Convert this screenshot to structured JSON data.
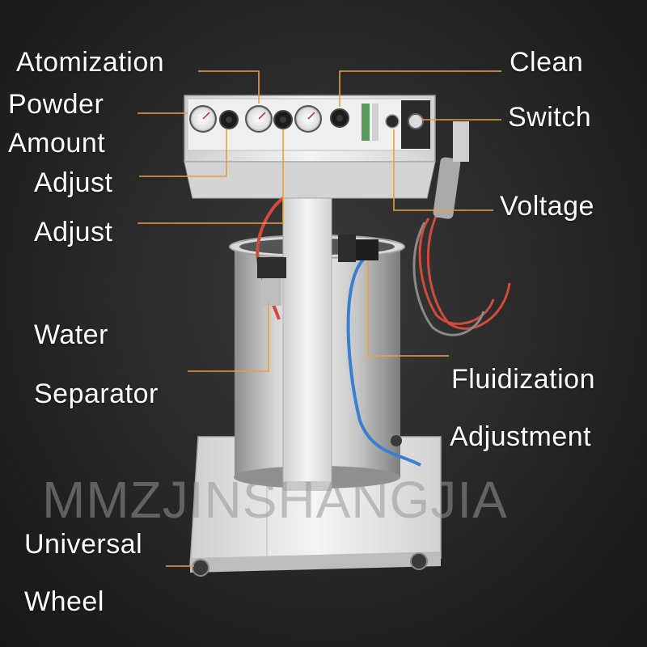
{
  "labels": {
    "atomization": "Atomization",
    "powder": "Powder",
    "amount": "Amount",
    "adjust_1": "Adjust",
    "adjust_2": "Adjust",
    "water": "Water",
    "separator": "Separator",
    "universal": "Universal",
    "wheel": "Wheel",
    "clean": "Clean",
    "switch": "Switch",
    "voltage": "Voltage",
    "fluidization": "Fluidization",
    "adjustment": "Adjustment"
  },
  "watermark": "MMZJINSHANGJIA",
  "colors": {
    "background": "#262626",
    "leader_line": "#e8a040",
    "label_text": "#ffffff",
    "machine_white": "#e6e6e6",
    "steel": "#b9b9b9",
    "hose_red": "#d24a3a",
    "hose_blue": "#3a7fd0"
  },
  "icons": [
    "pressure-gauge-icon",
    "adjustment-knob-icon",
    "rocker-switch-icon",
    "caster-wheel-icon",
    "spray-gun-icon"
  ]
}
